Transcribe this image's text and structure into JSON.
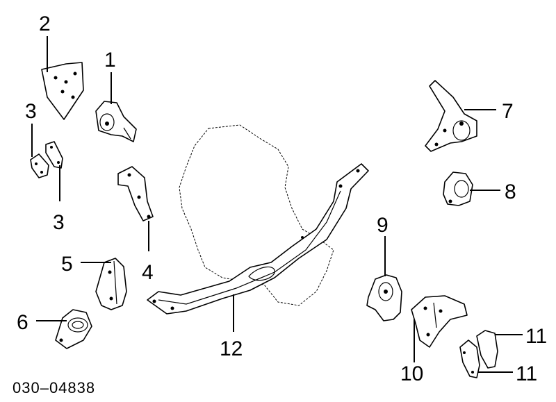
{
  "callouts": {
    "c1": "1",
    "c2": "2",
    "c3a": "3",
    "c3b": "3",
    "c4": "4",
    "c5": "5",
    "c6": "6",
    "c7": "7",
    "c8": "8",
    "c9": "9",
    "c10": "10",
    "c11a": "11",
    "c11b": "11",
    "c12": "12"
  },
  "diagram_code": "030–04838",
  "colors": {
    "ink": "#000000",
    "paper": "#ffffff"
  }
}
